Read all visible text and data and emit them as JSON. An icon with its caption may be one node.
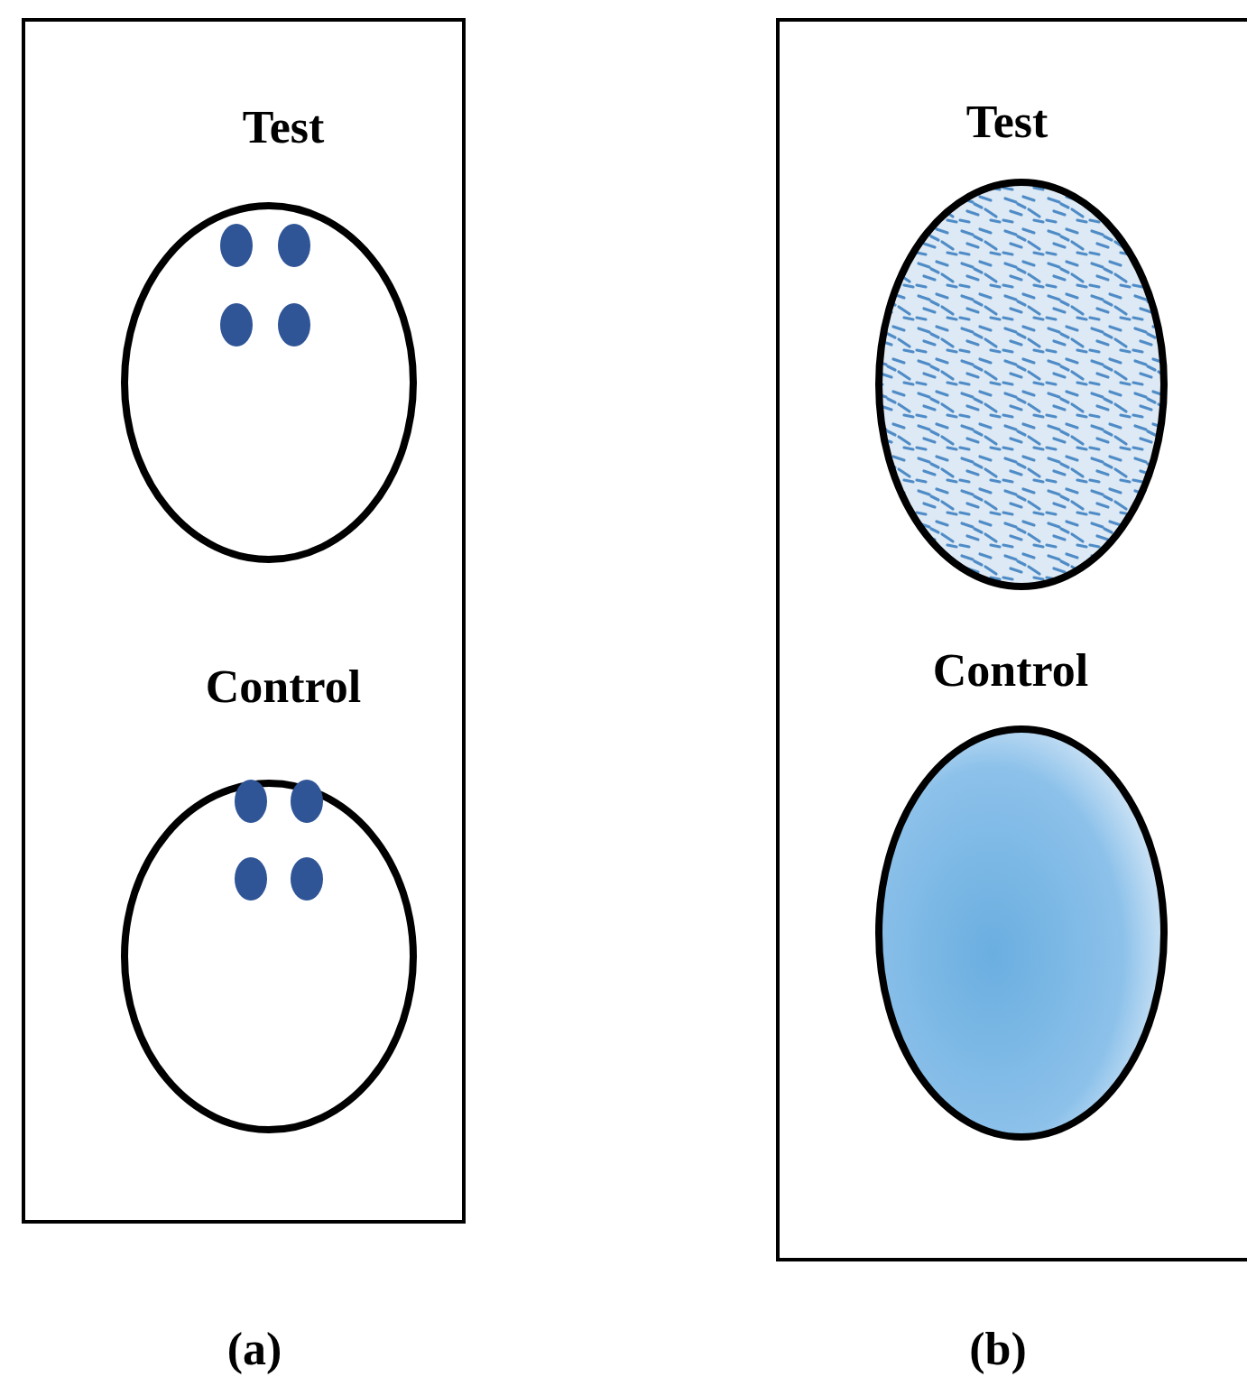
{
  "diagram": {
    "nodes": [
      {
        "text": [],
        "shape": "box",
        "beside": [
          "(a)"
        ]
      },
      {
        "text": [
          "Test"
        ],
        "in": 0
      },
      {
        "text": [
          "Control"
        ],
        "in": 0
      },
      {
        "text": [],
        "shape": "box",
        "beside": [
          "(b)"
        ]
      },
      {
        "text": [
          "Test"
        ],
        "in": 3
      },
      {
        "text": [
          "Control"
        ],
        "in": 3
      }
    ]
  }
}
